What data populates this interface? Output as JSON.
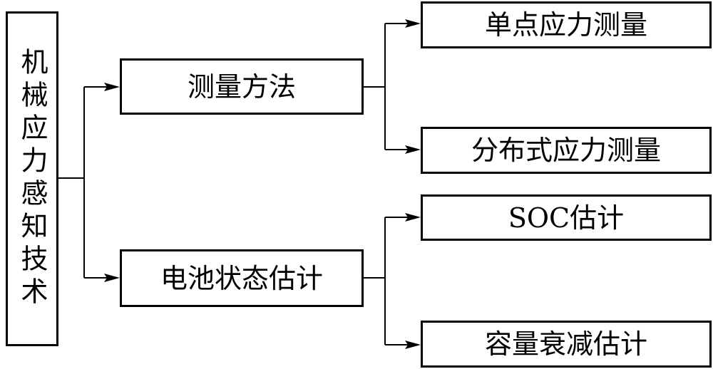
{
  "root": {
    "label": "机械应力感知技术"
  },
  "branches": [
    {
      "label": "测量方法",
      "children": [
        {
          "label": "单点应力测量"
        },
        {
          "label": "分布式应力测量"
        }
      ]
    },
    {
      "label": "电池状态估计",
      "children": [
        {
          "label": "SOC估计"
        },
        {
          "label": "容量衰减估计"
        }
      ]
    }
  ]
}
